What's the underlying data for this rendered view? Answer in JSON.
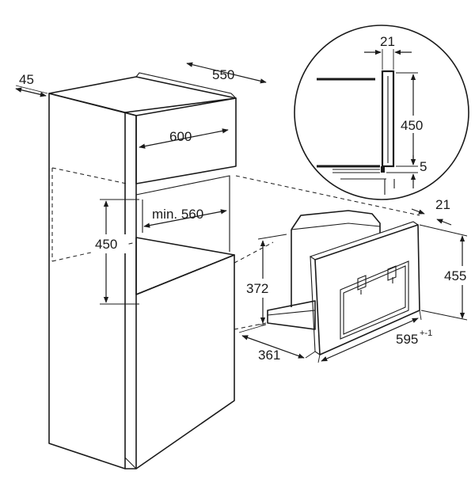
{
  "diagram": {
    "dimensions": {
      "cabinet_depth_offset": "45",
      "cabinet_depth": "550",
      "cabinet_width": "600",
      "niche_width": "min. 560",
      "niche_height": "450",
      "detail_gap": "21",
      "detail_height": "450",
      "detail_bottom": "5",
      "appliance_frame_depth": "21",
      "appliance_height": "455",
      "appliance_body_height": "372",
      "appliance_body_depth": "361",
      "appliance_width": "595",
      "appliance_width_tolerance": "+-1"
    }
  }
}
